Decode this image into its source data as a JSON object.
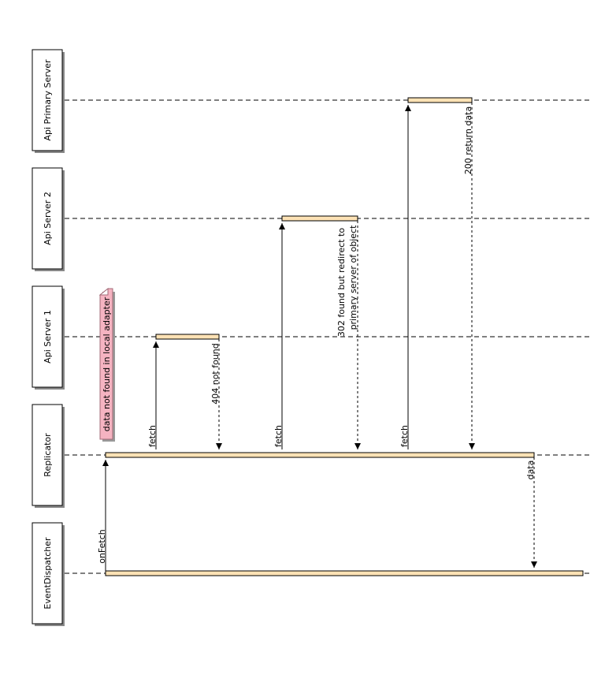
{
  "participants": [
    {
      "id": "primary",
      "label": "Api Primary Server"
    },
    {
      "id": "api2",
      "label": "Api Server 2"
    },
    {
      "id": "api1",
      "label": "Api Server 1"
    },
    {
      "id": "replicator",
      "label": "Replicator"
    },
    {
      "id": "dispatcher",
      "label": "EventDispatcher"
    }
  ],
  "messages": [
    {
      "id": "onfetch",
      "label": "onFetch",
      "kind": "call"
    },
    {
      "id": "fetch1",
      "label": "fetch",
      "kind": "call"
    },
    {
      "id": "ret1",
      "label": "404 not found",
      "kind": "return"
    },
    {
      "id": "fetch2",
      "label": "fetch",
      "kind": "call"
    },
    {
      "id": "ret2_line1",
      "label": "302 found but redirect to",
      "kind": "return"
    },
    {
      "id": "ret2_line2",
      "label": "primary server of object",
      "kind": "return"
    },
    {
      "id": "fetch3",
      "label": "fetch",
      "kind": "call"
    },
    {
      "id": "ret3",
      "label": "200 return data",
      "kind": "return"
    },
    {
      "id": "data",
      "label": "data",
      "kind": "return"
    }
  ],
  "note": {
    "text": "data not found in local adapter",
    "color": "#f5b3c1"
  },
  "colors": {
    "activation": "#fde2b5",
    "note": "#f5b3c1"
  }
}
